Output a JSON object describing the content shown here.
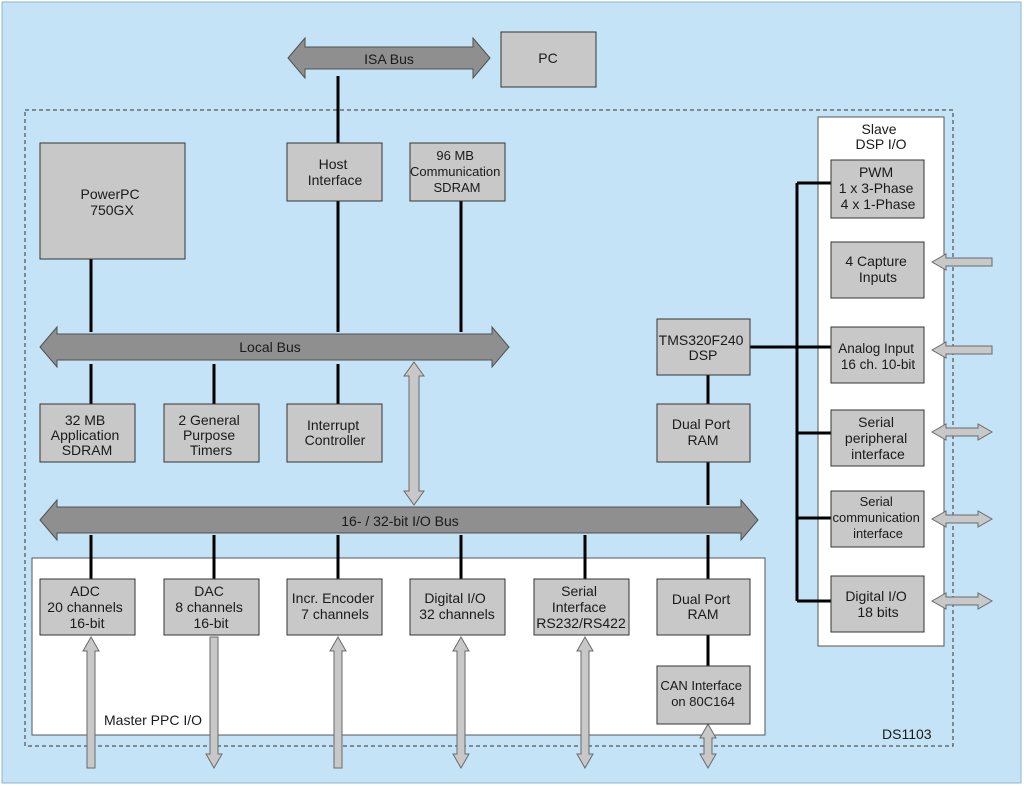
{
  "colors": {
    "background": "#c5e3f6",
    "block": "#c8c8c8",
    "bus": "#8f8f8f",
    "panel": "#ffffff",
    "wire": "#000000"
  },
  "pc": "PC",
  "buses": {
    "isa": "ISA Bus",
    "local": "Local Bus",
    "io": "16- / 32-bit I/O Bus"
  },
  "blocks": {
    "powerpc": [
      "PowerPC",
      "750GX"
    ],
    "host_interface": [
      "Host",
      "Interface"
    ],
    "comm_sdram": [
      "96 MB",
      "Communication",
      "SDRAM"
    ],
    "app_sdram": [
      "32 MB",
      "Application",
      "SDRAM"
    ],
    "timers": [
      "2 General",
      "Purpose",
      "Timers"
    ],
    "interrupt": [
      "Interrupt",
      "Controller"
    ],
    "dsp": [
      "TMS320F240",
      "DSP"
    ],
    "dual_port_ram_top": [
      "Dual Port",
      "RAM"
    ],
    "adc": [
      "ADC",
      "20 channels",
      "16-bit"
    ],
    "dac": [
      "DAC",
      "8 channels",
      "16-bit"
    ],
    "encoder": [
      "Incr. Encoder",
      "7 channels"
    ],
    "digital_io_master": [
      "Digital I/O",
      "32 channels"
    ],
    "serial_interface": [
      "Serial",
      "Interface",
      "RS232/RS422"
    ],
    "dual_port_ram_bottom": [
      "Dual Port",
      "RAM"
    ],
    "can": [
      "CAN Interface",
      "on 80C164"
    ]
  },
  "slave": {
    "title": [
      "Slave",
      "DSP I/O"
    ],
    "pwm": [
      "PWM",
      "1 x 3-Phase",
      "4 x 1-Phase"
    ],
    "capture": [
      "4 Capture",
      "Inputs"
    ],
    "analog": [
      "Analog Input",
      "16 ch. 10-bit"
    ],
    "serial_periph": [
      "Serial",
      "peripheral",
      "interface"
    ],
    "serial_comm": [
      "Serial",
      "communication",
      "interface"
    ],
    "digital_io": [
      "Digital I/O",
      "18 bits"
    ]
  },
  "master_label": "Master PPC I/O",
  "board_label": "DS1103"
}
